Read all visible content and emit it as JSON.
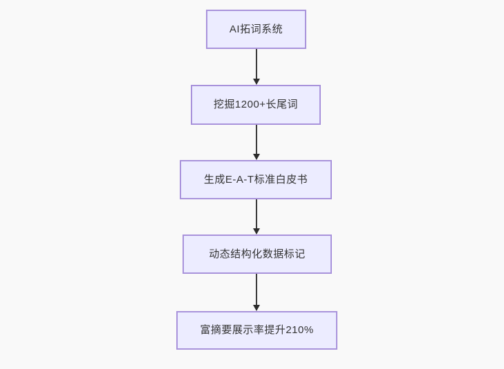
{
  "diagram": {
    "type": "flowchart",
    "direction": "top-down",
    "colors": {
      "background": "#f9f9f9",
      "node_fill": "#ECECFF",
      "node_border": "#a892db",
      "edge": "#333333",
      "text": "#333333"
    },
    "nodes": [
      {
        "label": "AI拓词系统"
      },
      {
        "label": "挖掘1200+长尾词"
      },
      {
        "label": "生成E-A-T标准白皮书"
      },
      {
        "label": "动态结构化数据标记"
      },
      {
        "label": "富摘要展示率提升210%"
      }
    ],
    "edges": [
      {
        "from": 0,
        "to": 1
      },
      {
        "from": 1,
        "to": 2
      },
      {
        "from": 2,
        "to": 3
      },
      {
        "from": 3,
        "to": 4
      }
    ]
  }
}
